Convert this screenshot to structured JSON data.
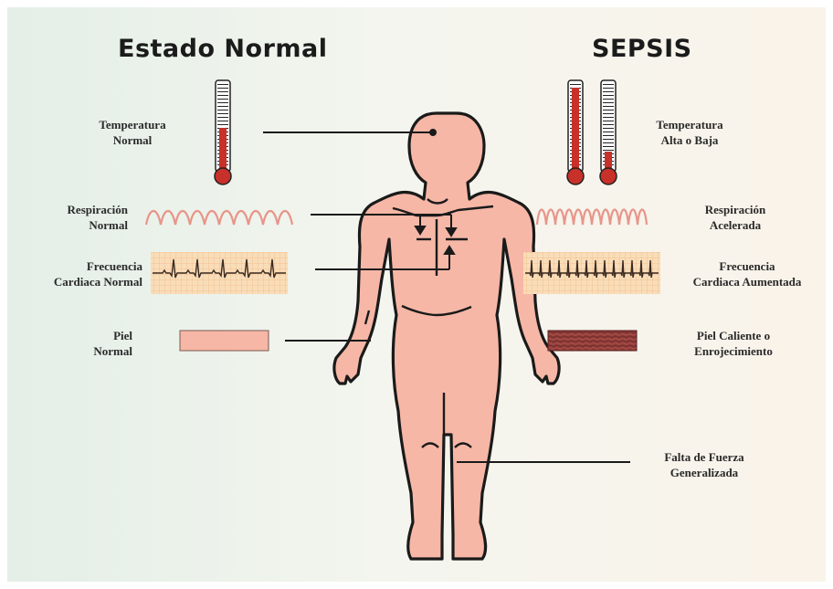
{
  "titles": {
    "left": "Estado Normal",
    "right": "SEPSIS"
  },
  "normal": {
    "temperature": [
      "Temperatura",
      "Normal"
    ],
    "respiration": [
      "Respiración",
      "Normal"
    ],
    "heart_rate": [
      "Frecuencia",
      "Cardiaca Normal"
    ],
    "skin": [
      "Piel",
      "Normal"
    ]
  },
  "sepsis": {
    "temperature": [
      "Temperatura",
      "Alta o Baja"
    ],
    "respiration": [
      "Respiración",
      "Acelerada"
    ],
    "heart_rate": [
      "Frecuencia",
      "Cardiaca Aumentada"
    ],
    "skin": [
      "Piel Caliente o",
      "Enrojecimiento"
    ],
    "weakness": [
      "Falta de Fuerza",
      "Generalizada"
    ]
  },
  "colors": {
    "body_fill": "#f6b7a6",
    "thermometer_red": "#c8302a",
    "normal_skin": "#f6b7a6",
    "inflamed_skin": "#8e3b38",
    "ecg_grid": "#f7d3a8",
    "wave": "#e8958a"
  }
}
